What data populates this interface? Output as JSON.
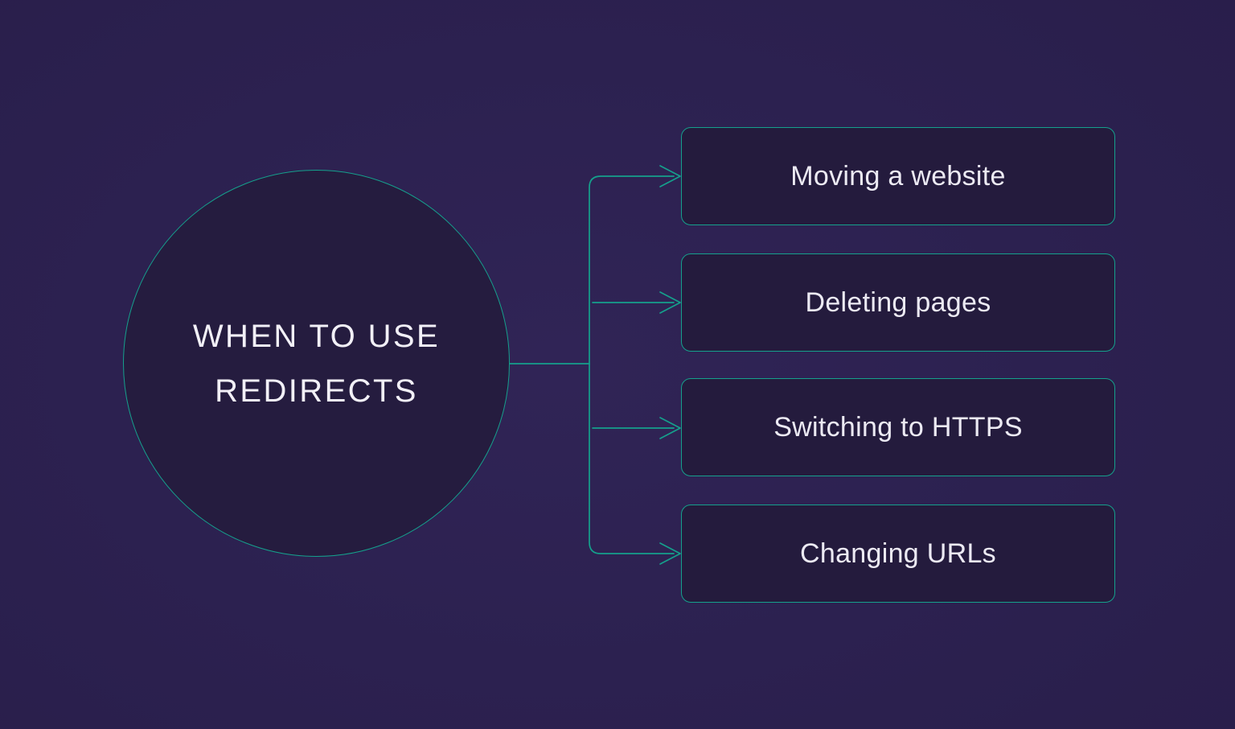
{
  "page": {
    "title": "When to use redirects",
    "background_color": "#2c2150",
    "accent_color": "#15a08c",
    "node_fill_color": "#241b3d",
    "text_color": "#f2f0f7"
  },
  "diagram": {
    "type": "mind-map",
    "orientation": "left-to-right",
    "hub": {
      "label": "WHEN TO USE\nREDIRECTS",
      "shape": "circle",
      "fill": "#251c3f",
      "stroke": "#15a08c"
    },
    "branches": [
      {
        "label": "Moving a website"
      },
      {
        "label": "Deleting pages"
      },
      {
        "label": "Switching to HTTPS"
      },
      {
        "label": "Changing URLs"
      }
    ]
  }
}
